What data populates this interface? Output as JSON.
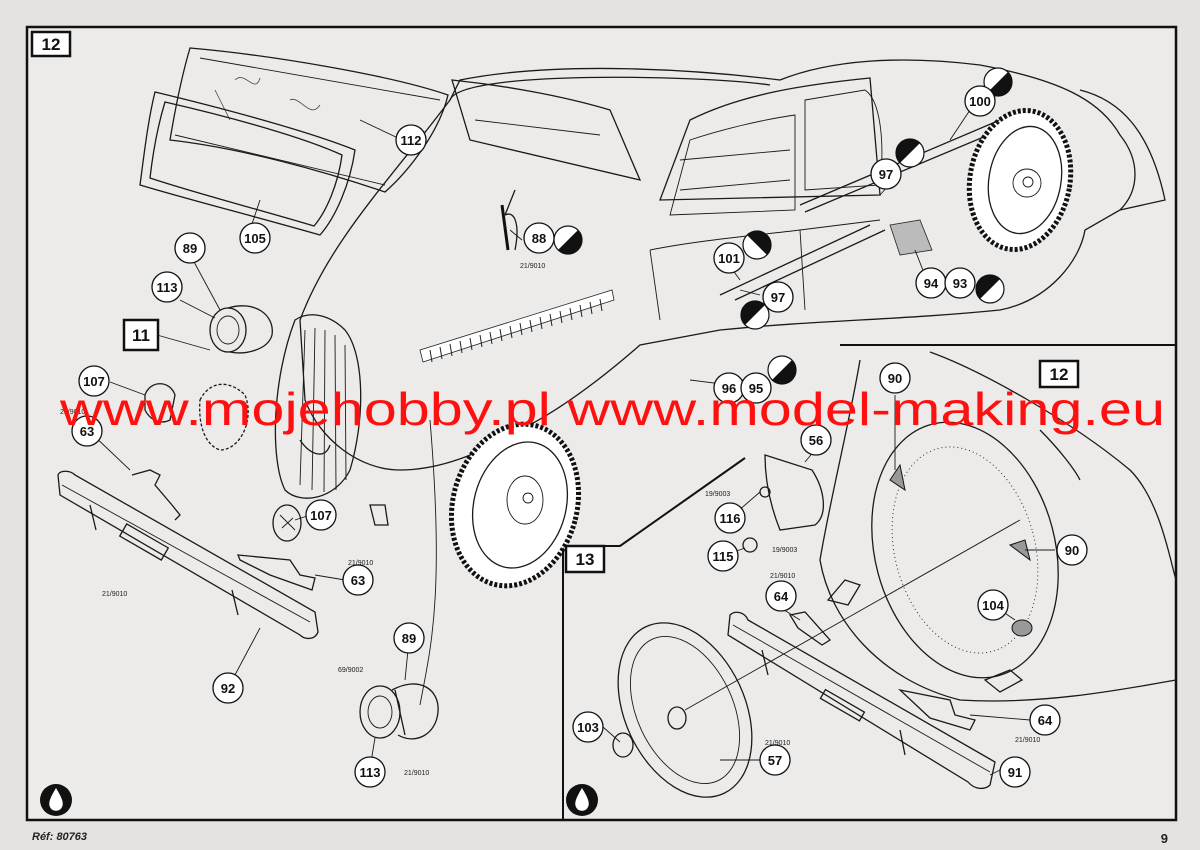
{
  "step_main": "12",
  "step_front": "11",
  "step_rear": "12",
  "step_spare": "13",
  "watermark": "www.mojehobby.pl www.model-making.eu",
  "footer": {
    "ref": "Réf: 80763",
    "page": "9"
  },
  "paint_codes": [
    "21/9010",
    "19/9003",
    "69/9002"
  ],
  "part_callouts": {
    "p112": "112",
    "p105": "105",
    "p89a": "89",
    "p113a": "113",
    "p107a": "107",
    "p63a": "63",
    "p88": "88",
    "p101": "101",
    "p97a": "97",
    "p100": "100",
    "p97b": "97",
    "p94": "94",
    "p93": "93",
    "p96": "96",
    "p95": "95",
    "p107b": "107",
    "p63b": "63",
    "p92": "92",
    "p89b": "89",
    "p113b": "113",
    "p90a": "90",
    "p56": "56",
    "p116": "116",
    "p115": "115",
    "p64a": "64",
    "p90b": "90",
    "p104": "104",
    "p103": "103",
    "p57": "57",
    "p64b": "64",
    "p91": "91"
  }
}
